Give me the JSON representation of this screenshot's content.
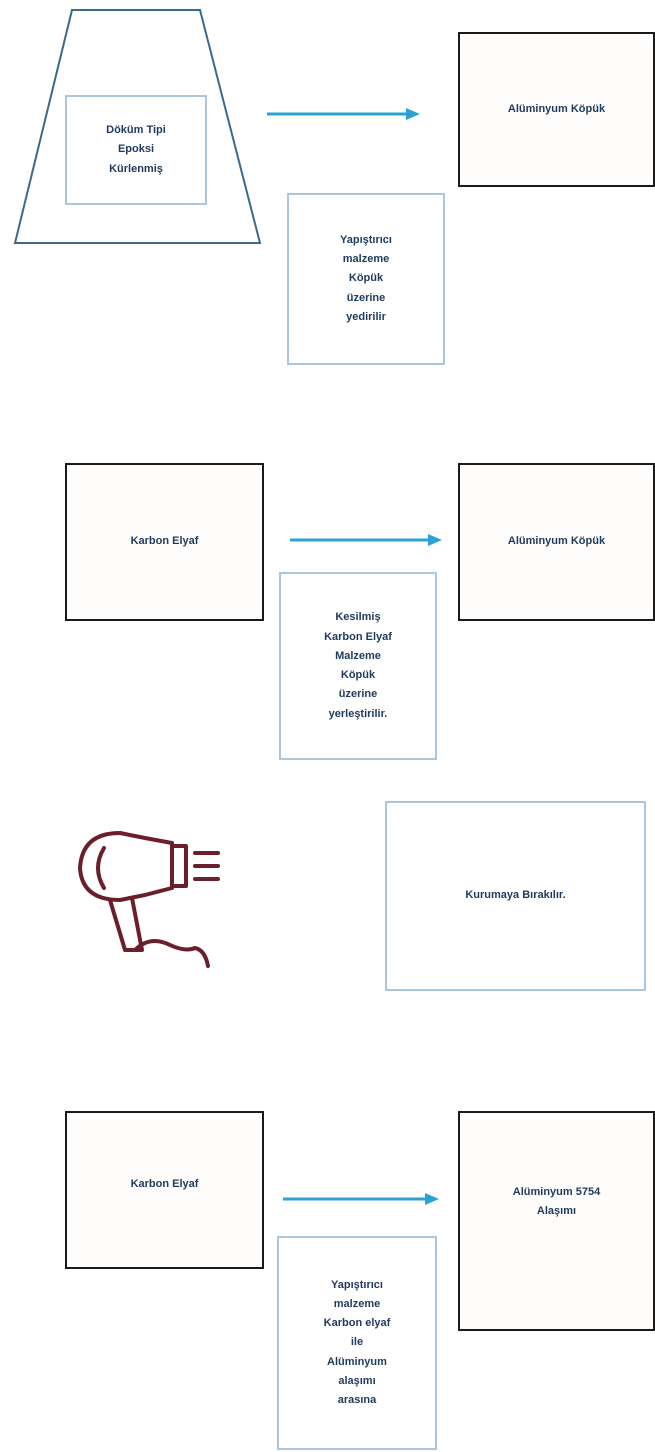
{
  "diagram": {
    "step1": {
      "source": "Döküm Tipi\nEpoksi\nKürlenmiş",
      "target": "Alüminyum Köpük",
      "note": "Yapıştırıcı\nmalzeme\nKöpük\nüzerine\nyedirilir"
    },
    "step2": {
      "source": "Karbon Elyaf",
      "target": "Alüminyum Köpük",
      "note": "Kesilmiş\nKarbon Elyaf\nMalzeme\nKöpük\nüzerine\nyerleştirilir."
    },
    "step3": {
      "icon": "hair-dryer-icon",
      "note": "Kurumaya Bırakılır."
    },
    "step4": {
      "source": "Karbon Elyaf",
      "target": "Alüminyum 5754\nAlaşımı",
      "note": "Yapıştırıcı\nmalzeme\nKarbon elyaf\nile\nAlüminyum\nalaşımı\narasına"
    }
  },
  "colors": {
    "dark_border": "#1a1a1a",
    "light_border": "#a9c7de",
    "arrow": "#2aa3d4",
    "text": "#1f3a5c",
    "icon": "#6b1f2a"
  }
}
